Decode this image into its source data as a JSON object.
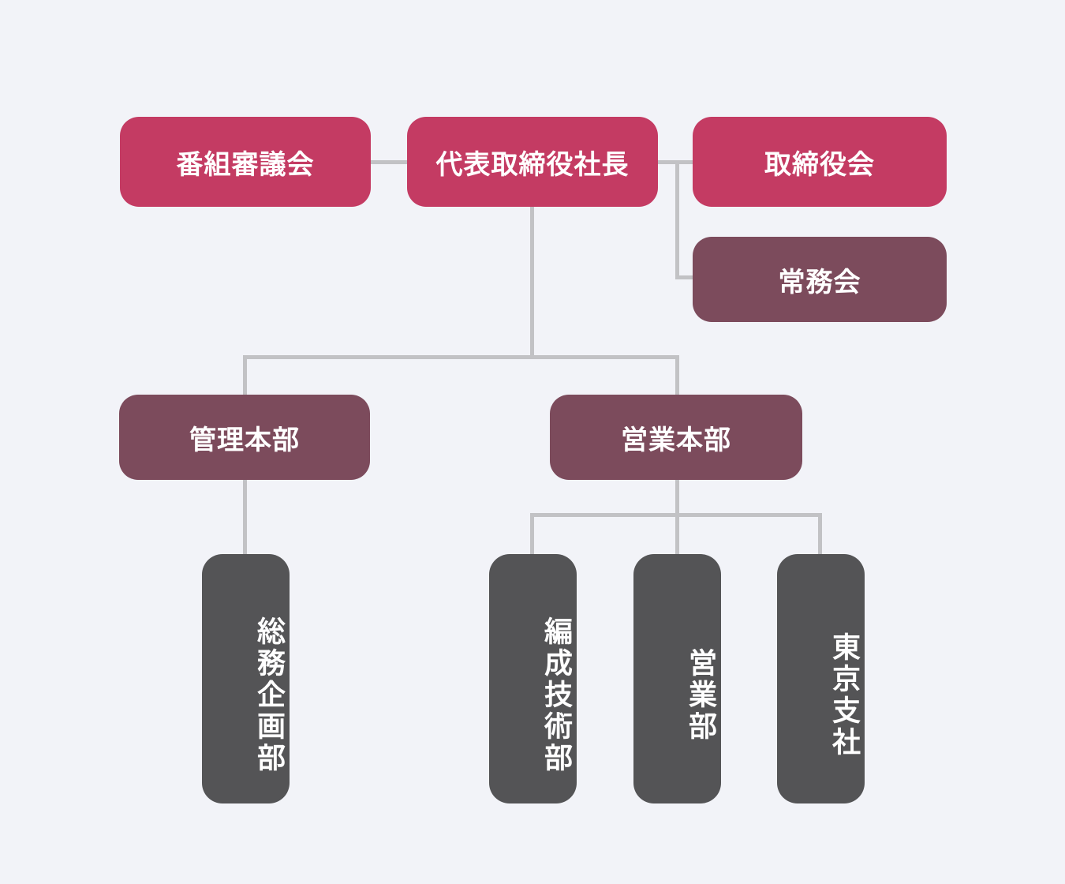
{
  "palette": {
    "background": "#f2f3f8",
    "primary_box": "#c43b63",
    "secondary_box": "#7c4b5c",
    "tertiary_box": "#545456",
    "connector_line": "#c2c2c5",
    "box_text": "#ffffff"
  },
  "org_chart": {
    "nodes": {
      "program_council": {
        "label": "番組審議会",
        "level": "top",
        "color": "#c43b63"
      },
      "president": {
        "label": "代表取締役社長",
        "level": "top",
        "color": "#c43b63"
      },
      "board_of_directors": {
        "label": "取締役会",
        "level": "top",
        "color": "#c43b63"
      },
      "executive_committee": {
        "label": "常務会",
        "level": "second",
        "color": "#7c4b5c"
      },
      "admin_division": {
        "label": "管理本部",
        "level": "second",
        "color": "#7c4b5c"
      },
      "sales_division": {
        "label": "営業本部",
        "level": "second",
        "color": "#7c4b5c"
      },
      "general_affairs_dept": {
        "label": "総務企画部",
        "level": "third",
        "color": "#545456",
        "text_direction": "vertical"
      },
      "programming_tech_dept": {
        "label": "編成技術部",
        "level": "third",
        "color": "#545456",
        "text_direction": "vertical"
      },
      "sales_dept": {
        "label": "営業部",
        "level": "third",
        "color": "#545456",
        "text_direction": "vertical"
      },
      "tokyo_branch": {
        "label": "東京支社",
        "level": "third",
        "color": "#545456",
        "text_direction": "vertical"
      }
    },
    "edges": [
      {
        "from": "program_council",
        "to": "president"
      },
      {
        "from": "president",
        "to": "board_of_directors"
      },
      {
        "from": "president",
        "to": "executive_committee"
      },
      {
        "from": "president",
        "to": "admin_division"
      },
      {
        "from": "president",
        "to": "sales_division"
      },
      {
        "from": "admin_division",
        "to": "general_affairs_dept"
      },
      {
        "from": "sales_division",
        "to": "programming_tech_dept"
      },
      {
        "from": "sales_division",
        "to": "sales_dept"
      },
      {
        "from": "sales_division",
        "to": "tokyo_branch"
      }
    ]
  }
}
